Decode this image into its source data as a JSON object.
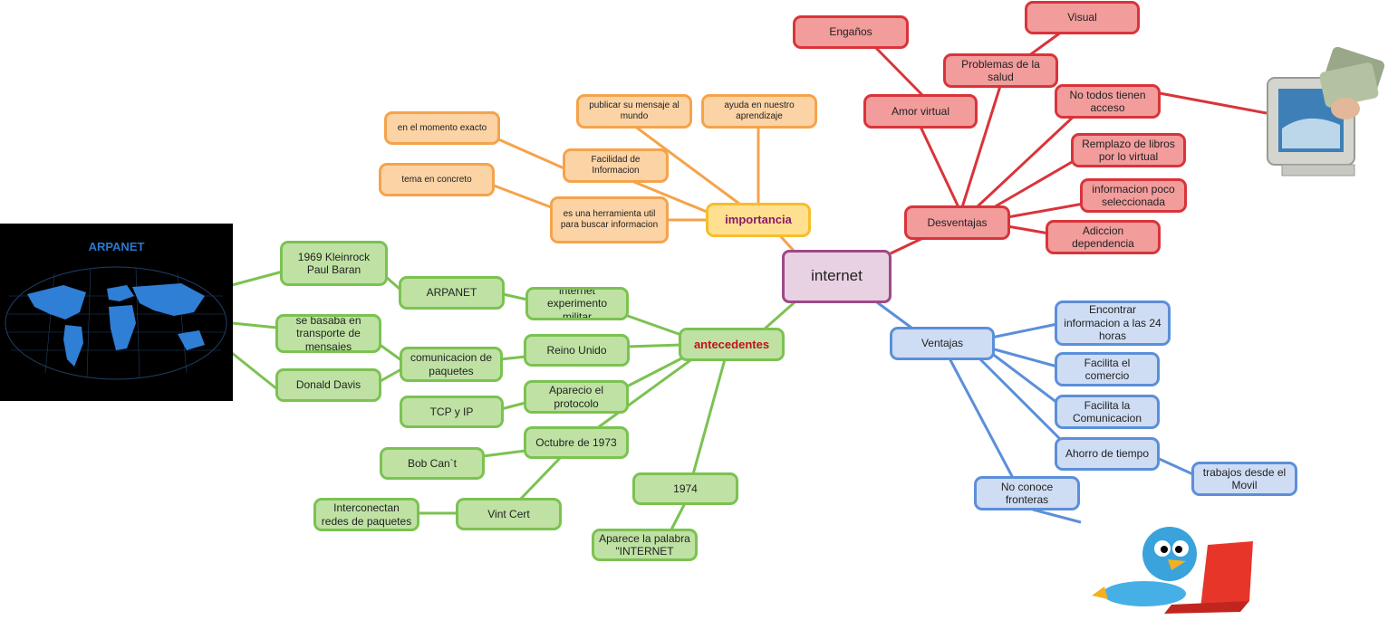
{
  "center": "internet",
  "importancia": {
    "label": "importancia",
    "items": [
      "publicar su mensaje al mundo",
      "ayuda en nuestro aprendizaje",
      "en el momento exacto",
      "Facilidad de Informacion",
      "tema en concreto",
      "es una herramienta util para buscar informacion"
    ]
  },
  "desventajas": {
    "label": "Desventajas",
    "items": [
      "Engaños",
      "Visual",
      "Problemas de la salud",
      "Amor virtual",
      "No todos tienen acceso",
      "Remplazo de libros por lo virtual",
      "informacion poco seleccionada",
      "Adiccion dependencia"
    ]
  },
  "ventajas": {
    "label": "Ventajas",
    "items": [
      "Encontrar informacion a las 24 horas",
      "Facilita el comercio",
      "Facilita la Comunicacion",
      "Ahorro de tiempo",
      "trabajos desde el Movil",
      "No conoce fronteras"
    ]
  },
  "antecedentes": {
    "label": "antecedentes",
    "items": [
      "1969 Kleinrock Paul Baran",
      "ARPANET",
      "internet experimento militar",
      "se basaba en transporte de mensajes",
      "comunicacion de paquetes",
      "Reino Unido",
      "Donald Davis",
      "Aparecio el protocolo",
      "TCP y IP",
      "Octubre de 1973",
      "Bob Can`t",
      "Interconectan redes de paquetes",
      "Vint Cert",
      "1974",
      "Aparece la palabra \"INTERNET"
    ]
  },
  "arpanet_image": {
    "title": "ARPANET"
  },
  "icons": [
    "world-map-image",
    "computer-money-image",
    "bird-laptop-image"
  ],
  "colors": {
    "orange": "#f5a34b",
    "red": "#d9343a",
    "green": "#7bc251",
    "blue": "#5b8fd9",
    "center": "#9c4a86"
  }
}
